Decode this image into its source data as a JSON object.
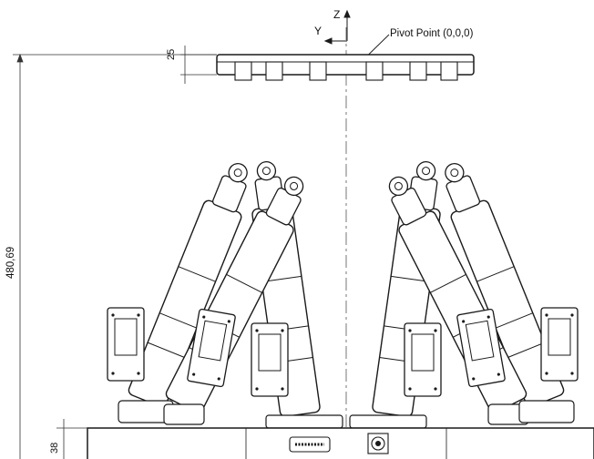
{
  "labels": {
    "axis_z": "Z",
    "axis_y": "Y",
    "pivot_point": "Pivot Point (0,0,0)",
    "dim_platform_thickness": "25",
    "dim_total_height": "480,69",
    "dim_base_height": "38"
  },
  "colors": {
    "line": "#1a1a1a",
    "strut_fill": "#ffffff",
    "dim_line": "#333333"
  }
}
